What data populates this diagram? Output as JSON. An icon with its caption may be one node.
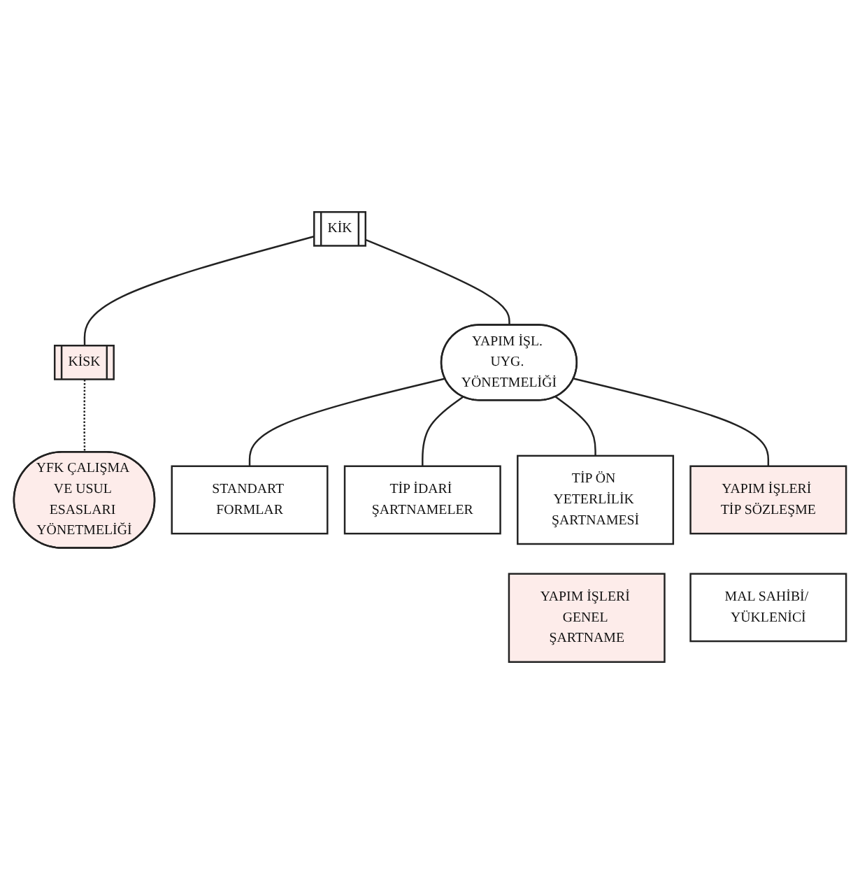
{
  "diagram": {
    "nodes": [
      {
        "text": [
          "KİK"
        ]
      },
      {
        "text": [
          "KİSK"
        ]
      },
      {
        "text": [
          "YFK ÇALIŞMA VE USUL ESASLARI YÖNETMELİĞİ"
        ]
      },
      {
        "text": [
          "YAPIM İŞL. UYG. YÖNETMELİĞİ"
        ]
      },
      {
        "text": [
          "STANDART FORMLAR"
        ]
      },
      {
        "text": [
          "TİP İDARİ ŞARTNAMELER"
        ]
      },
      {
        "text": [
          "TİP ÖN YETERLİLİK ŞARTNAMESİ"
        ]
      },
      {
        "text": [
          "YAPIM İŞLERİ TİP SÖZLEŞME"
        ]
      },
      {
        "text": [
          "YAPIM İŞLERİ GENEL ŞARTNAME"
        ]
      },
      {
        "text": [
          "MAL SAHİBİ/ YÜKLENİCİ"
        ]
      }
    ],
    "edges": [
      {
        "from": 0,
        "to": 1,
        "arrow": "none"
      },
      {
        "from": 1,
        "to": 2,
        "arrow": "none",
        "style": "dashed"
      },
      {
        "from": 0,
        "to": 3,
        "arrow": "none"
      },
      {
        "from": 3,
        "to": 4,
        "arrow": "none"
      },
      {
        "from": 3,
        "to": 5,
        "arrow": "none"
      },
      {
        "from": 3,
        "to": 6,
        "arrow": "none"
      },
      {
        "from": 3,
        "to": 7,
        "arrow": "none"
      }
    ]
  }
}
